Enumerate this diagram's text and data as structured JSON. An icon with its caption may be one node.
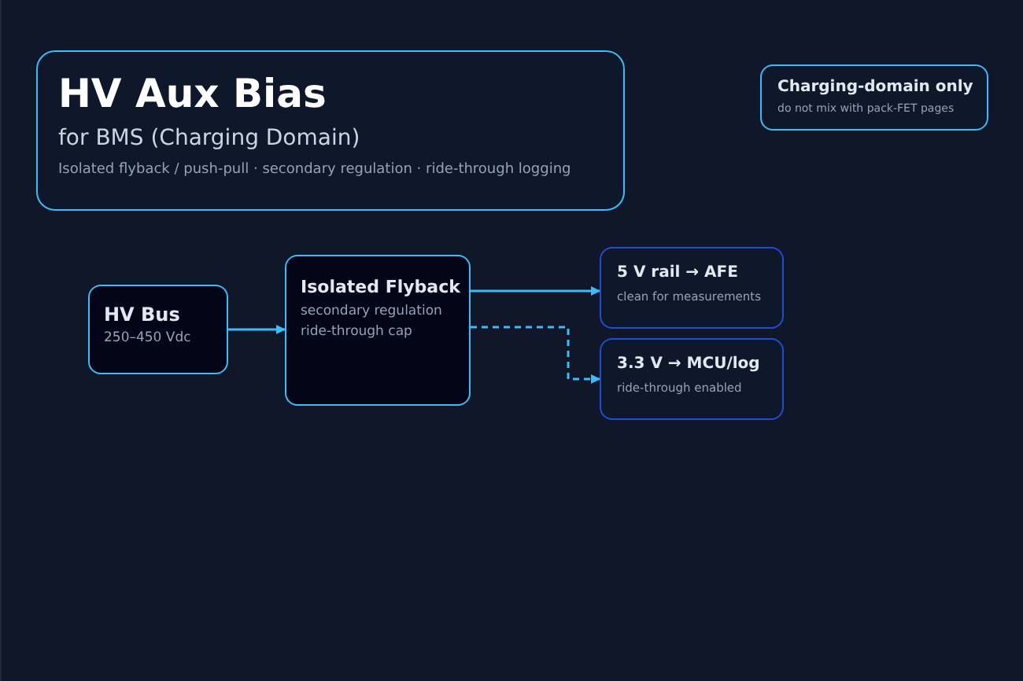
{
  "diagram": {
    "nodes": [
      {
        "text": [
          "HV Aux Bias",
          "for BMS (Charging Domain)",
          "Isolated flyback / push-pull · secondary regulation · ride-through logging"
        ]
      },
      {
        "text": [
          "Charging-domain only",
          "do not mix with pack-FET pages"
        ]
      },
      {
        "text": [
          "HV Bus",
          "250–450 Vdc"
        ]
      },
      {
        "text": [
          "Isolated Flyback",
          "secondary regulation",
          "ride-through cap"
        ]
      },
      {
        "text": [
          "5 V rail → AFE",
          "clean for measurements"
        ]
      },
      {
        "text": [
          "3.3 V → MCU/log",
          "ride-through enabled"
        ]
      }
    ],
    "edges": [
      {
        "from": 2,
        "to": 3,
        "arrow": "to"
      },
      {
        "from": 3,
        "to": 4,
        "arrow": "to"
      },
      {
        "from": 3,
        "to": 5,
        "arrow": "to",
        "style": "dashed"
      }
    ]
  }
}
